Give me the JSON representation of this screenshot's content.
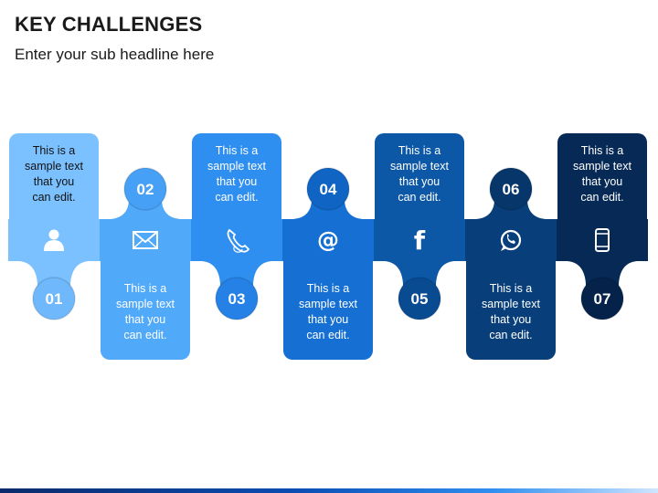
{
  "slide": {
    "title": "KEY CHALLENGES",
    "subtitle": "Enter your sub headline here"
  },
  "steps": [
    {
      "number": "01",
      "text": [
        "This is a",
        "sample text",
        "that you",
        "can edit."
      ],
      "icon": "user-icon",
      "color": "#7cc1ff",
      "circle": "#6eb8fb",
      "text_color": "#111111"
    },
    {
      "number": "02",
      "text": [
        "This is a",
        "sample text",
        "that you",
        "can edit."
      ],
      "icon": "envelope-icon",
      "color": "#51a9fa",
      "circle": "#46a0f6",
      "text_color": "#ffffff"
    },
    {
      "number": "03",
      "text": [
        "This is a",
        "sample text",
        "that you",
        "can edit."
      ],
      "icon": "phone-icon",
      "color": "#2f8ff0",
      "circle": "#2581e6",
      "text_color": "#ffffff"
    },
    {
      "number": "04",
      "text": [
        "This is a",
        "sample text",
        "that you",
        "can edit."
      ],
      "icon": "at-sign-icon",
      "color": "#1670d4",
      "circle": "#0f64c4",
      "text_color": "#ffffff"
    },
    {
      "number": "05",
      "text": [
        "This is a",
        "sample text",
        "that you",
        "can edit."
      ],
      "icon": "facebook-icon",
      "color": "#0c57a6",
      "circle": "#094b91",
      "text_color": "#ffffff"
    },
    {
      "number": "06",
      "text": [
        "This is a",
        "sample text",
        "that you",
        "can edit."
      ],
      "icon": "whatsapp-icon",
      "color": "#083f7a",
      "circle": "#06366a",
      "text_color": "#ffffff"
    },
    {
      "number": "07",
      "text": [
        "This is a",
        "sample text",
        "that you",
        "can edit."
      ],
      "icon": "smartphone-icon",
      "color": "#062a55",
      "circle": "#04224a",
      "text_color": "#ffffff"
    }
  ]
}
